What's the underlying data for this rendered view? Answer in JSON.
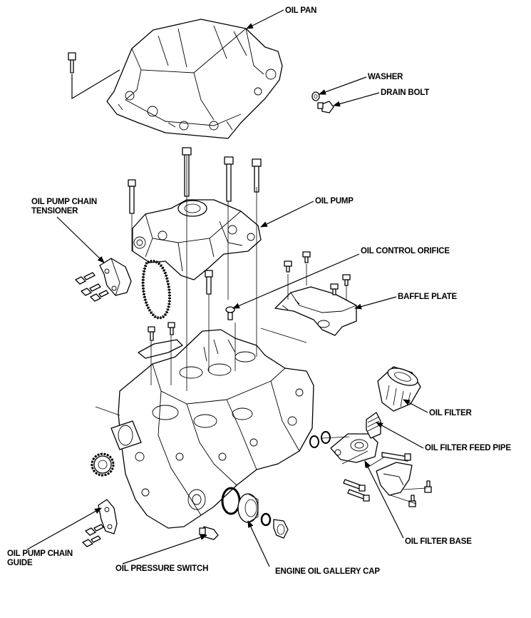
{
  "labels": {
    "oil_pan": "OIL PAN",
    "washer": "WASHER",
    "drain_bolt": "DRAIN BOLT",
    "oil_pump_chain_tensioner_1": "OIL PUMP CHAIN",
    "oil_pump_chain_tensioner_2": "TENSIONER",
    "oil_pump": "OIL PUMP",
    "oil_control_orifice": "OIL CONTROL ORIFICE",
    "baffle_plate": "BAFFLE PLATE",
    "oil_filter": "OIL FILTER",
    "oil_filter_feed_pipe": "OIL FILTER FEED PIPE",
    "oil_filter_base": "OIL FILTER BASE",
    "oil_pump_chain_guide_1": "OIL PUMP CHAIN",
    "oil_pump_chain_guide_2": "GUIDE",
    "oil_pressure_switch": "OIL PRESSURE SWITCH",
    "engine_oil_gallery_cap": "ENGINE OIL GALLERY CAP"
  }
}
